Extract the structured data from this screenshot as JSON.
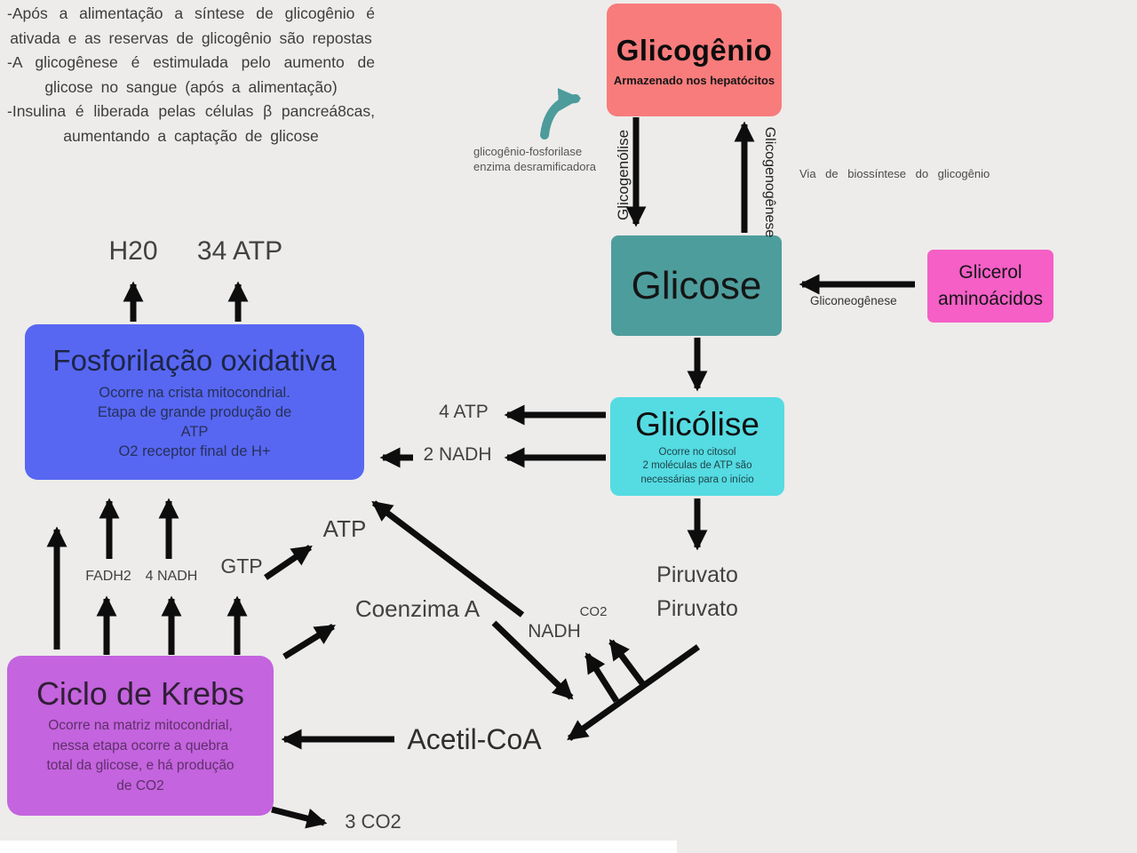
{
  "title": "Metabolismo da glicose - diagrama",
  "colors": {
    "background": "#edecea",
    "glicogenio_box": "#f87c7c",
    "glicose_box": "#4e9d9d",
    "glicerol_box": "#f55fc6",
    "glicolise_box": "#55dbe2",
    "fosforilacao_box": "#5767f2",
    "krebs_box": "#c464de",
    "arrow": "#0d0d0d",
    "teal_arrow": "#4d9b9b"
  },
  "notes": {
    "p1": "-Após a alimentação a síntese de glicogênio é ativada e as reservas de glicogênio são repostas",
    "p2": "-A glicogênese é estimulada pelo aumento de glicose no sangue (após a alimentação)",
    "p3": "-Insulina é liberada pelas células β pancreá8cas, aumentando a captação de glicose"
  },
  "boxes": {
    "glicogenio": {
      "title": "Glicogênio",
      "subtitle": "Armazenado nos hepatócitos"
    },
    "glicose": {
      "title": "Glicose"
    },
    "glicerol": {
      "line1": "Glicerol",
      "line2": "aminoácidos"
    },
    "glicolise": {
      "title": "Glicólise",
      "sub1": "Ocorre no citosol",
      "sub2": "2 moléculas de ATP são",
      "sub3": "necessárias para o início"
    },
    "fosforilacao": {
      "title": "Fosforilação oxidativa",
      "sub1": "Ocorre na crista mitocondrial.",
      "sub2": "Etapa de grande produção de",
      "sub3": "ATP",
      "sub4": "O2 receptor final de H+"
    },
    "krebs": {
      "title": "Ciclo de Krebs",
      "sub1": "Ocorre na matriz mitocondrial,",
      "sub2": "nessa etapa ocorre a quebra",
      "sub3": "total da glicose, e há produção",
      "sub4": "de CO2"
    }
  },
  "labels": {
    "glicogenolise": "Glicogenólise",
    "glicogenogenese": "Glicogenogênese",
    "fosforilase_line1": "glicogênio-fosforilase",
    "fosforilase_line2": "enzima desramificadora",
    "via_biossintese": "Via de biossíntese do glicogênio",
    "gliconeogenese": "Gliconeogênese",
    "h2o": "H20",
    "atp34": "34 ATP",
    "atp4": "4 ATP",
    "nadh2": "2 NADH",
    "atp": "ATP",
    "gtp": "GTP",
    "fadh2": "FADH2",
    "nadh4": "4 NADH",
    "coenzima_a": "Coenzima A",
    "nadh": "NADH",
    "co2": "CO2",
    "piruvato_1": "Piruvato",
    "piruvato_2": "Piruvato",
    "acetil_coa": "Acetil-CoA",
    "co2_3": "3 CO2"
  }
}
